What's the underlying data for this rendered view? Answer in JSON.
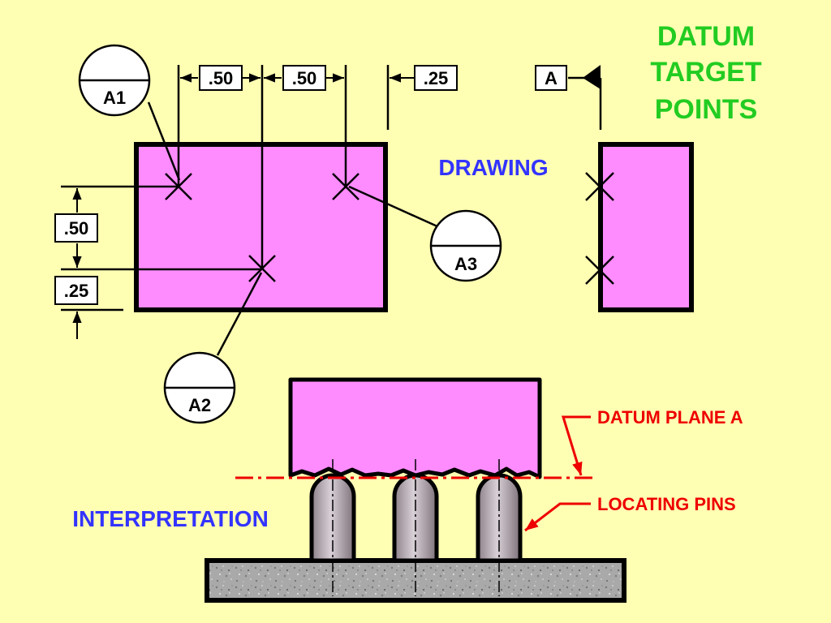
{
  "colors": {
    "background": "#FFFFB3",
    "part_fill": "#FF8CFF",
    "title_color": "#22CC22",
    "heading_color": "#3333FF",
    "note_color": "#EE0000",
    "base_fill": "#A9A9A9",
    "pin_fill": "#A89AA4"
  },
  "title": {
    "line1": "DATUM",
    "line2": "TARGET",
    "line3": "POINTS"
  },
  "drawing_label": "DRAWING",
  "interpretation_label": "INTERPRETATION",
  "datum_letter": "A",
  "targets": {
    "a1": "A1",
    "a2": "A2",
    "a3": "A3"
  },
  "dimensions": {
    "top_left": ".50",
    "top_middle": ".50",
    "top_right": ".25",
    "side_upper": ".50",
    "side_lower": ".25"
  },
  "notes": {
    "datum_plane": "DATUM PLANE A",
    "locating_pins": "LOCATING PINS"
  }
}
